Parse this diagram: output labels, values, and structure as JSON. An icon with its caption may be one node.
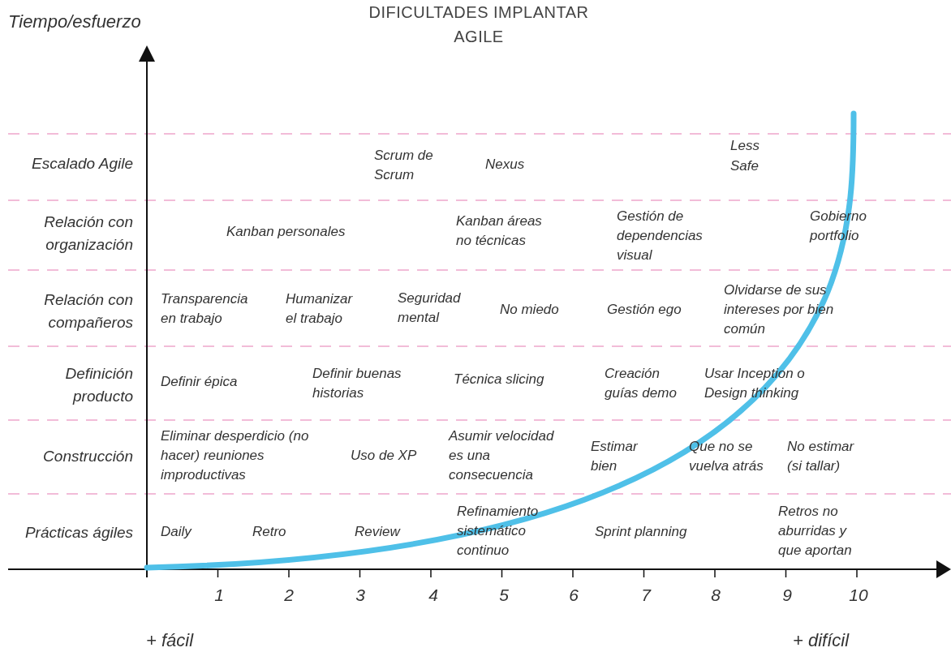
{
  "diagram": {
    "title": "DIFICULTADES IMPLANTAR AGILE",
    "labels": [
      "Tiempo/esfuerzo",
      "Escalado Agile",
      "Scrum de Scrum",
      "Nexus",
      "Less",
      "Safe",
      "Relación con organización",
      "Kanban personales",
      "Kanban áreas no técnicas",
      "Gestión de dependencias visual",
      "Gobierno portfolio",
      "Relación con compañeros",
      "Transparencia en trabajo",
      "Humanizar el trabajo",
      "Seguridad mental",
      "No miedo",
      "Gestión ego",
      "Olvidarse de sus intereses por bien común",
      "Definición producto",
      "Definir épica",
      "Definir buenas historias",
      "Técnica slicing",
      "Creación guías demo",
      "Usar Inception o Design thinking",
      "Construcción",
      "Eliminar desperdicio (no hacer) reuniones improductivas",
      "Uso de XP",
      "Asumir velocidad es una consecuencia",
      "Estimar bien",
      "Que no se vuelva atrás",
      "No estimar (si tallar)",
      "Prácticas ágiles",
      "Daily",
      "Retro",
      "Review",
      "Refinamiento sistemático continuo",
      "Sprint planning",
      "Retros no aburridas y que aportan",
      "1",
      "2",
      "3",
      "4",
      "5",
      "6",
      "7",
      "8",
      "9",
      "10",
      "+ fácil",
      "+ difícil"
    ]
  }
}
